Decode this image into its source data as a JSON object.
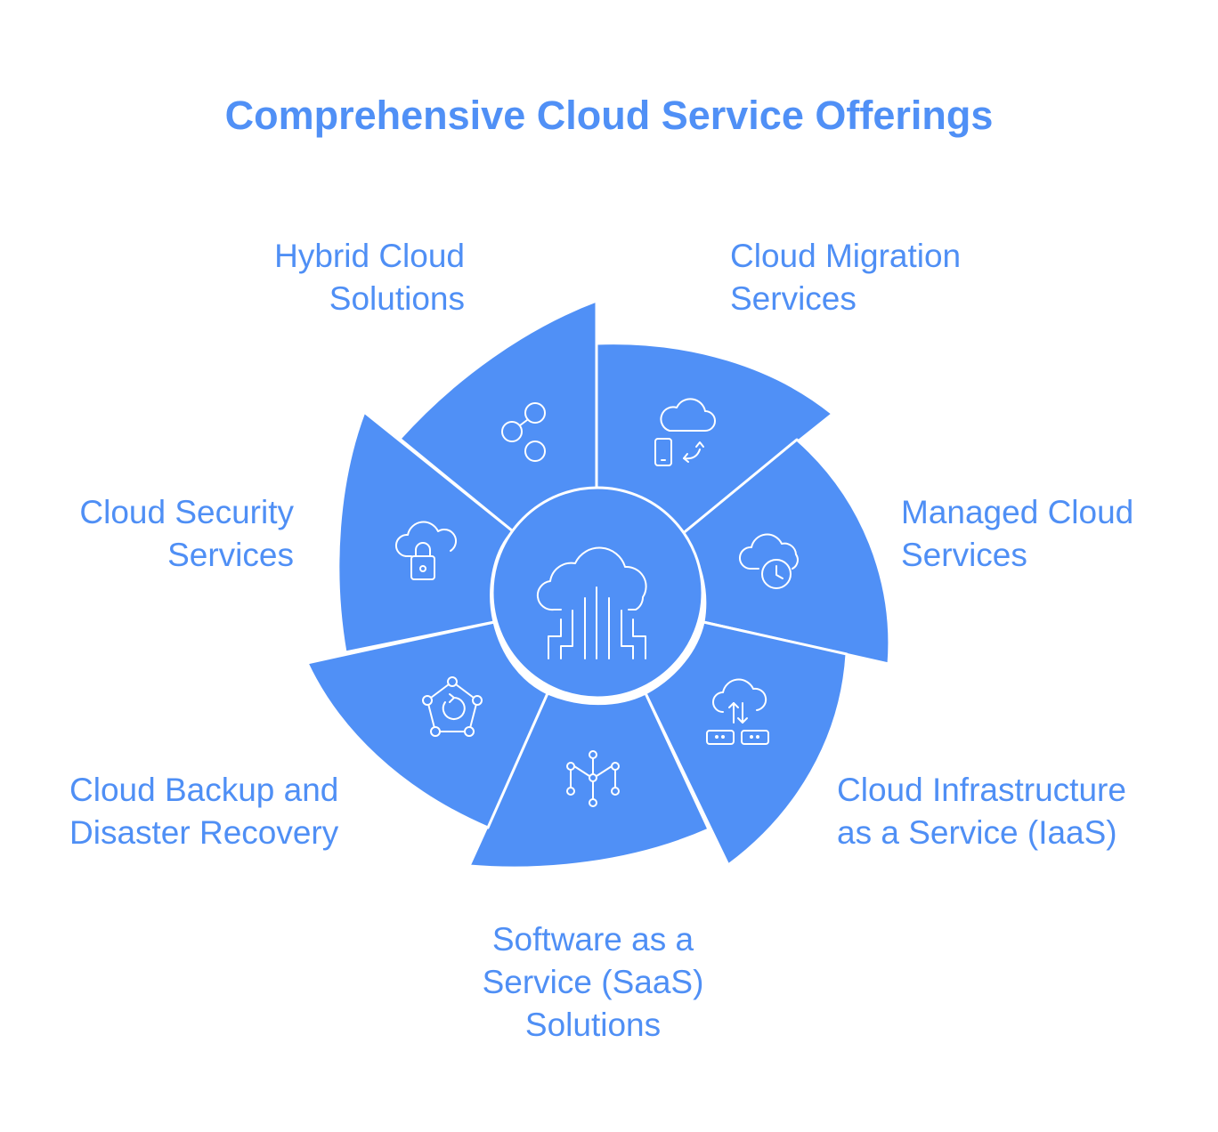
{
  "title": "Comprehensive Cloud Service Offerings",
  "accent_color": "#5090f6",
  "center_icon": "cloud-circuit-icon",
  "segments": [
    {
      "lines": [
        "Hybrid Cloud",
        "Solutions"
      ],
      "icon": "linked-nodes-icon"
    },
    {
      "lines": [
        "Cloud Migration",
        "Services"
      ],
      "icon": "cloud-device-sync-icon"
    },
    {
      "lines": [
        "Managed Cloud",
        "Services"
      ],
      "icon": "cloud-clock-icon"
    },
    {
      "lines": [
        "Cloud Infrastructure",
        "as a Service (IaaS)"
      ],
      "icon": "cloud-servers-icon"
    },
    {
      "lines": [
        "Software as a",
        "Service (SaaS)",
        "Solutions"
      ],
      "icon": "network-nodes-icon"
    },
    {
      "lines": [
        "Cloud Backup and",
        "Disaster Recovery"
      ],
      "icon": "backup-cycle-icon"
    },
    {
      "lines": [
        "Cloud Security",
        "Services"
      ],
      "icon": "cloud-lock-icon"
    }
  ]
}
